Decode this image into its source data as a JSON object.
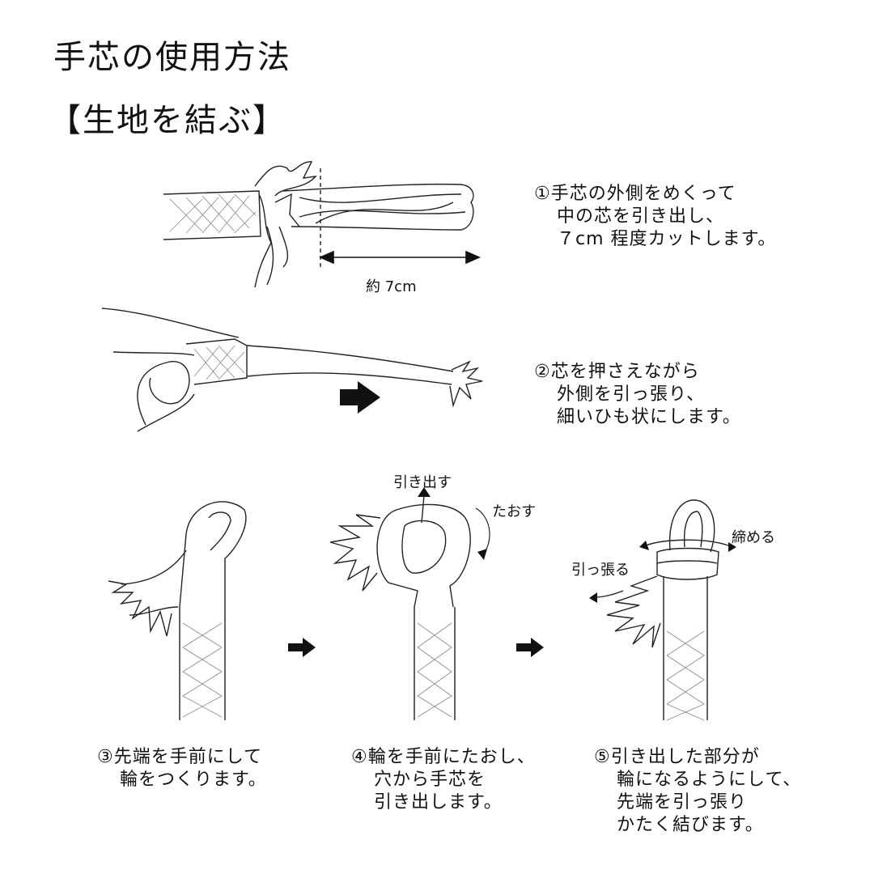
{
  "header": {
    "title": "手芯の使用方法",
    "subtitle": "【生地を結ぶ】"
  },
  "step1": {
    "lines": [
      "①手芯の外側をめくって",
      "中の芯を引き出し、",
      "７cm 程度カットします。"
    ],
    "measure_label": "約 7cm"
  },
  "step2": {
    "lines": [
      "②芯を押さえながら",
      "外側を引っ張り、",
      "細いひも状にします。"
    ]
  },
  "step3": {
    "lines": [
      "③先端を手前にして",
      "輪をつくります。"
    ]
  },
  "step4": {
    "lines": [
      "④輪を手前にたおし、",
      "穴から手芯を",
      "引き出します。"
    ],
    "label_pull_out": "引き出す",
    "label_fold": "たおす"
  },
  "step5": {
    "lines": [
      "⑤引き出した部分が",
      "輪になるようにして、",
      "先端を引っ張り",
      "かたく結びます。"
    ],
    "label_tighten": "締める",
    "label_pull": "引っ張る"
  }
}
